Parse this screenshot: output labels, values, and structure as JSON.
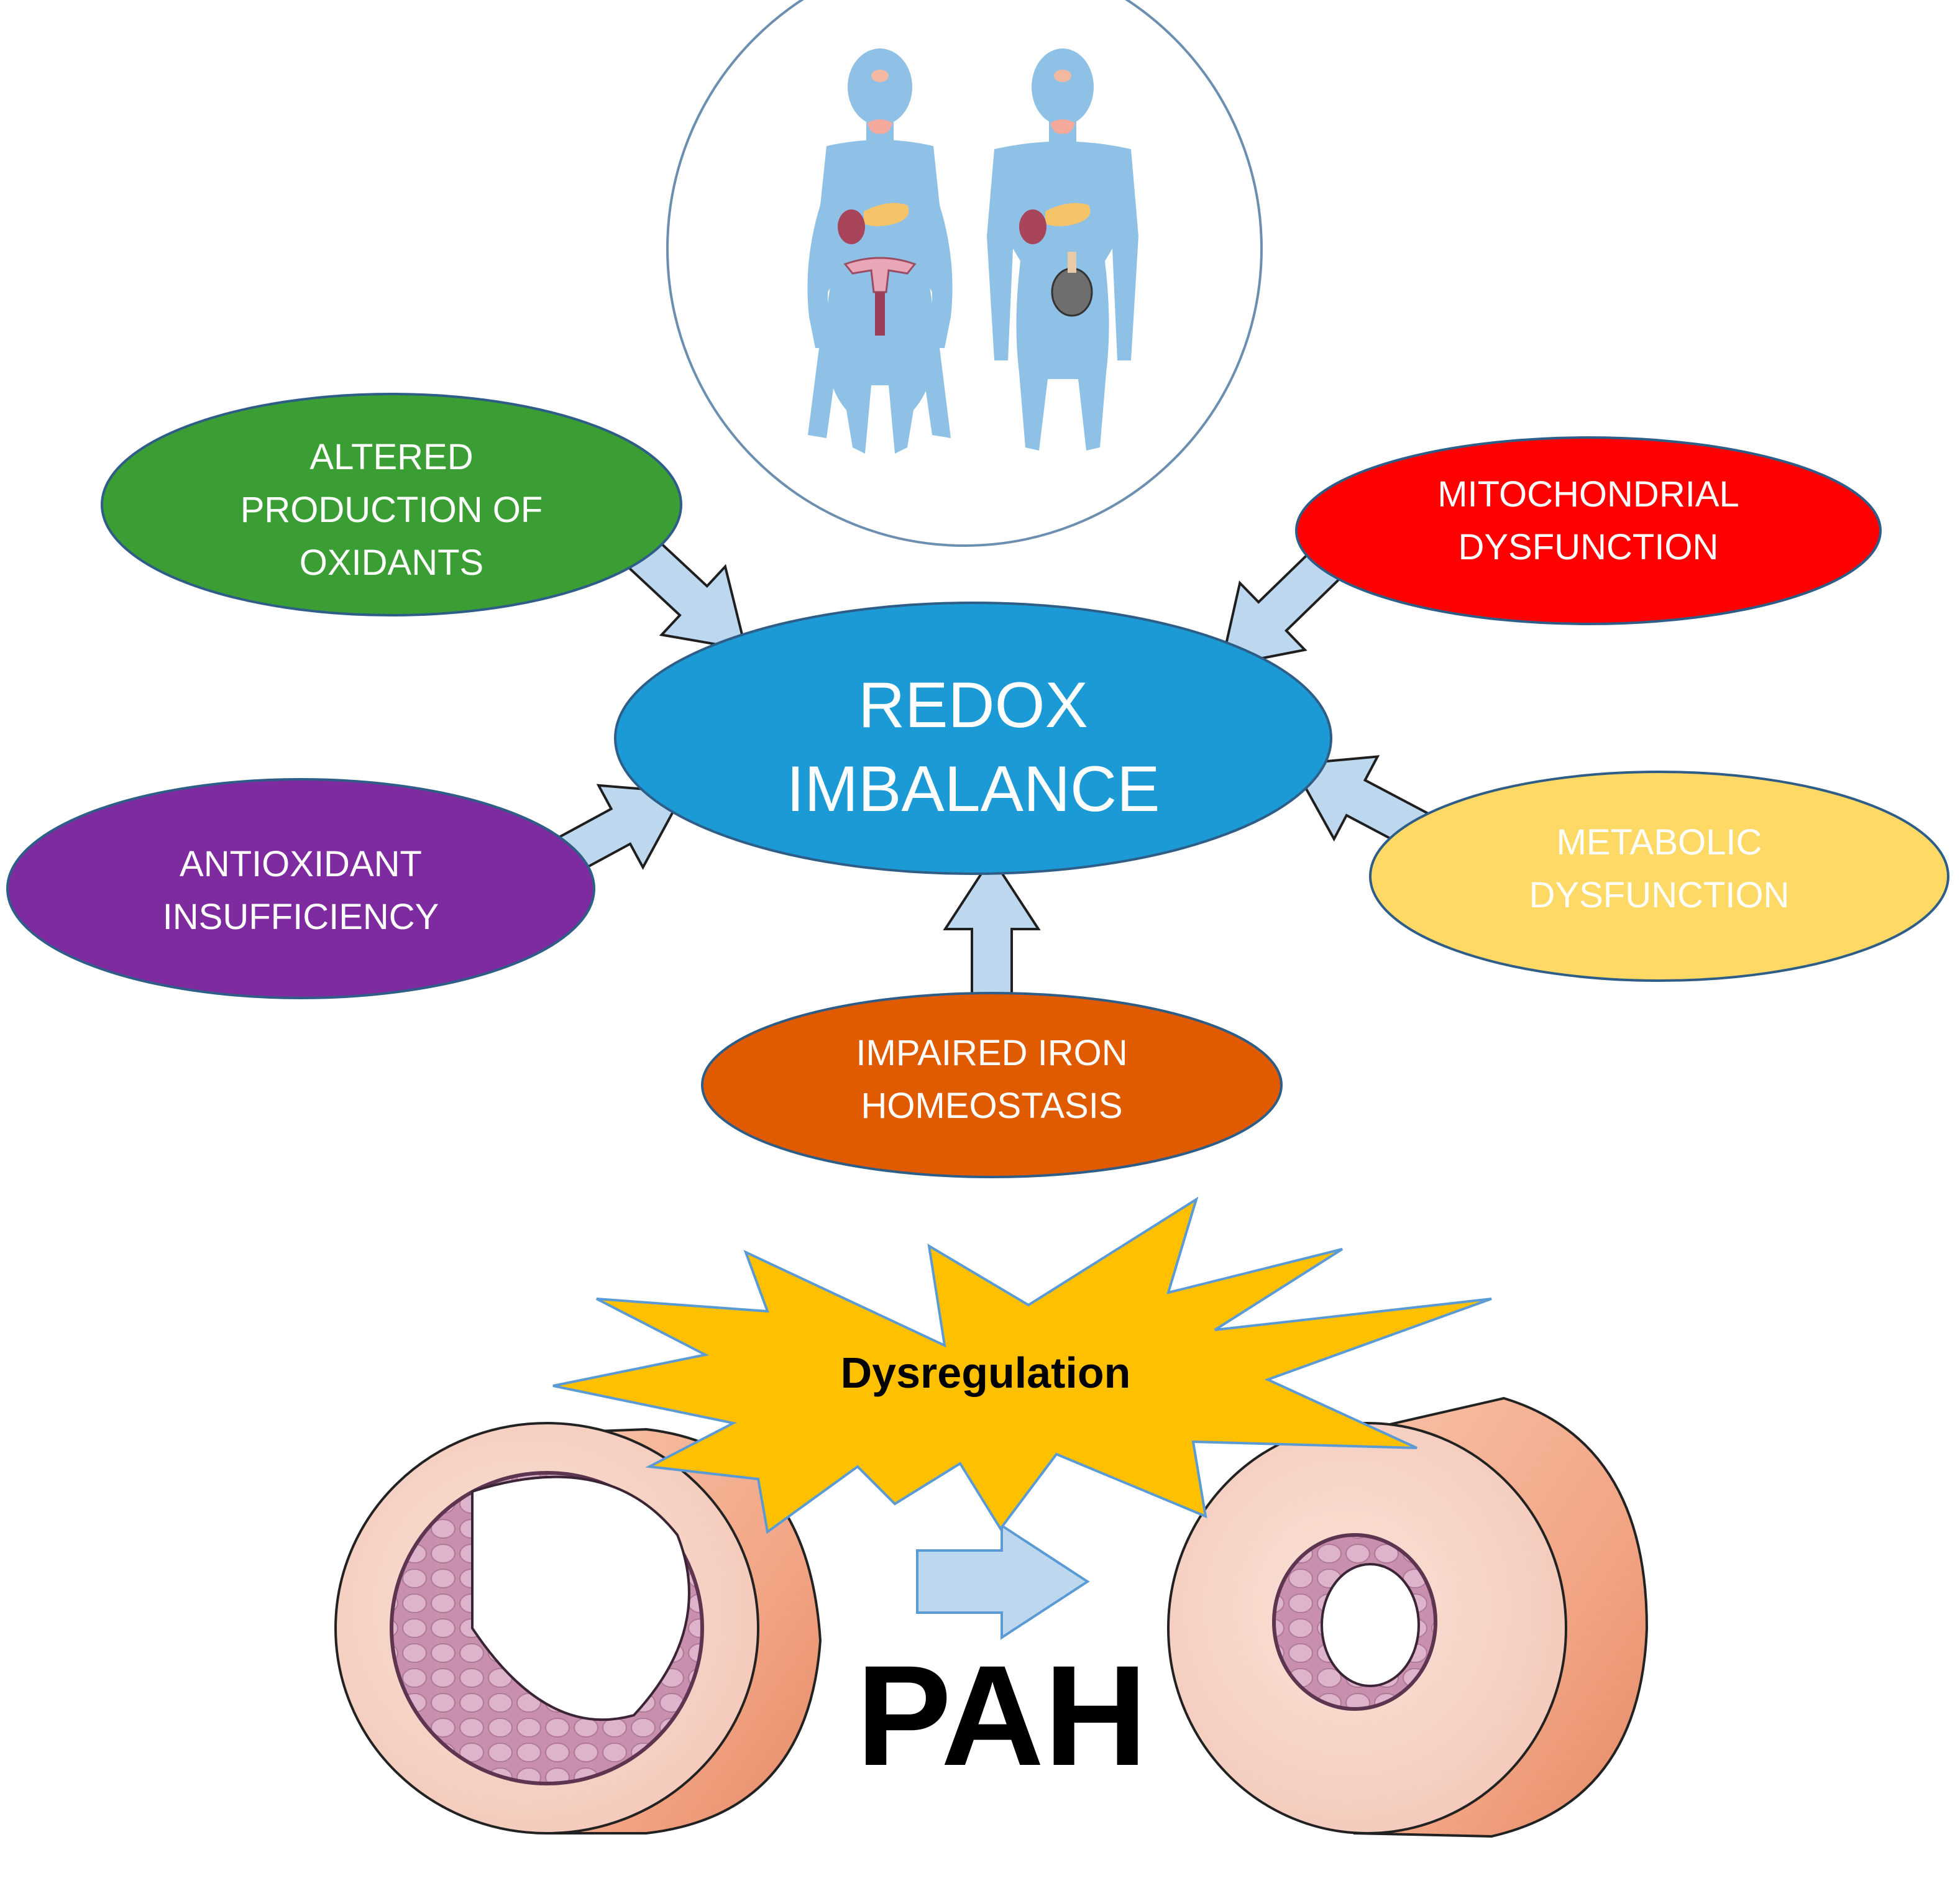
{
  "center": {
    "line1": "REDOX",
    "line2": "IMBALANCE"
  },
  "factors": {
    "altered_oxidants": {
      "line1": "ALTERED",
      "line2": "PRODUCTION OF",
      "line3": "OXIDANTS",
      "color": "#3A9E35"
    },
    "mitochondrial": {
      "line1": "MITOCHONDRIAL",
      "line2": "DYSFUNCTION",
      "color": "#FF0000"
    },
    "antioxidant": {
      "line1": "ANTIOXIDANT",
      "line2": "INSUFFICIENCY",
      "color": "#7F2BA0"
    },
    "metabolic": {
      "line1": "METABOLIC",
      "line2": "DYSFUNCTION",
      "color": "#FFD966"
    },
    "iron": {
      "line1": "IMPAIRED IRON",
      "line2": "HOMEOSTASIS",
      "color": "#E05A00"
    }
  },
  "burst": {
    "label": "Dysregulation",
    "color": "#FFC000"
  },
  "outcome": {
    "label": "PAH"
  },
  "colors": {
    "center": "#1B9AD6",
    "arrow_fill": "#BDD7EE",
    "arrow_stroke": "#5B9BD5",
    "body": "#8FC1E6",
    "vessel_outer": "#F2A585",
    "vessel_wall": "#F6D3C8",
    "lumen_lining": "#D9A8C2"
  }
}
